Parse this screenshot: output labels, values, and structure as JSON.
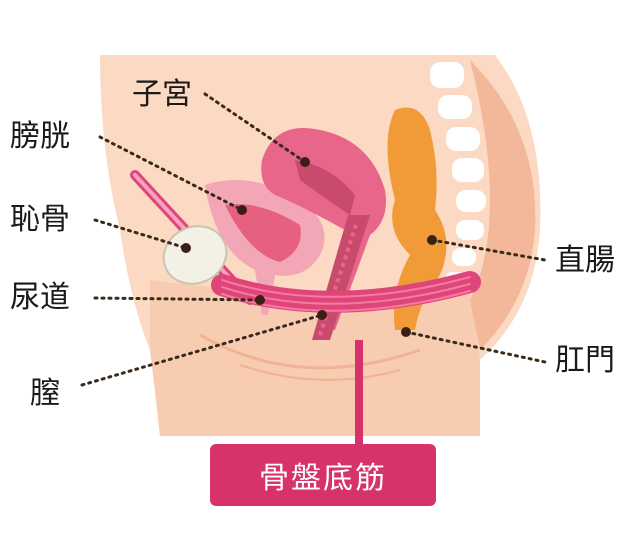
{
  "labels": {
    "uterus": "子宮",
    "bladder": "膀胱",
    "pubic_bone": "恥骨",
    "urethra": "尿道",
    "vagina": "膣",
    "rectum": "直腸",
    "anus": "肛門"
  },
  "title": "骨盤底筋",
  "colors": {
    "skin": "#fbd9c2",
    "skin_shadow": "#f3b89a",
    "muscle": "#e0457a",
    "uterus": "#e7668a",
    "bladder": "#f2a6b6",
    "bone": "#f3f1e6",
    "rectum": "#f19b38",
    "title_bg": "#d6336c"
  }
}
